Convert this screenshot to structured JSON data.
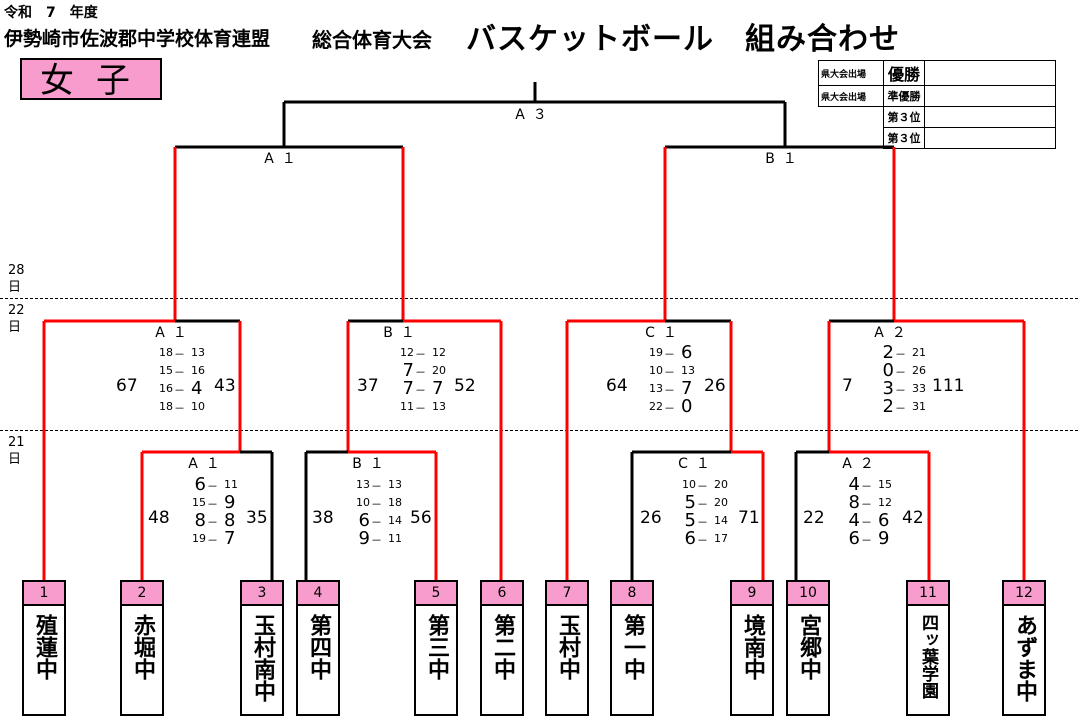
{
  "header": {
    "era": "令和　7　年度",
    "org": "伊勢崎市佐波郡中学校体育連盟",
    "event": "総合体育大会",
    "title": "バスケットボール　組み合わせ"
  },
  "gender_label": "女子",
  "results_table": [
    {
      "label": "県大会出場",
      "rank": "優勝"
    },
    {
      "label": "県大会出場",
      "rank": "準優勝"
    },
    {
      "label": "",
      "rank": "第３位"
    },
    {
      "label": "",
      "rank": "第３位"
    }
  ],
  "days": [
    "28日",
    "22日",
    "21日"
  ],
  "teams": [
    {
      "no": "1",
      "name": "殖蓮中"
    },
    {
      "no": "2",
      "name": "赤堀中"
    },
    {
      "no": "3",
      "name": "玉村南中"
    },
    {
      "no": "4",
      "name": "第四中"
    },
    {
      "no": "5",
      "name": "第三中"
    },
    {
      "no": "6",
      "name": "第二中"
    },
    {
      "no": "7",
      "name": "玉村中"
    },
    {
      "no": "8",
      "name": "第一中"
    },
    {
      "no": "9",
      "name": "境南中"
    },
    {
      "no": "10",
      "name": "宮郷中"
    },
    {
      "no": "11",
      "name": "四ッ葉学園"
    },
    {
      "no": "12",
      "name": "あずま中"
    }
  ],
  "round1": [
    {
      "label": "A１",
      "left": "48",
      "right": "35",
      "periods": [
        {
          "l": "6",
          "r": "11"
        },
        {
          "l": "15",
          "r": "9"
        },
        {
          "l": "8",
          "r": "8"
        },
        {
          "l": "19",
          "r": "7"
        }
      ]
    },
    {
      "label": "B１",
      "left": "38",
      "right": "56",
      "periods": [
        {
          "l": "13",
          "r": "13"
        },
        {
          "l": "10",
          "r": "18"
        },
        {
          "l": "6",
          "r": "14"
        },
        {
          "l": "9",
          "r": "11"
        }
      ]
    },
    {
      "label": "C１",
      "left": "26",
      "right": "71",
      "periods": [
        {
          "l": "10",
          "r": "20"
        },
        {
          "l": "5",
          "r": "20"
        },
        {
          "l": "5",
          "r": "14"
        },
        {
          "l": "6",
          "r": "17"
        }
      ]
    },
    {
      "label": "A２",
      "left": "22",
      "right": "42",
      "periods": [
        {
          "l": "4",
          "r": "15"
        },
        {
          "l": "8",
          "r": "12"
        },
        {
          "l": "4",
          "r": "6"
        },
        {
          "l": "6",
          "r": "9"
        }
      ]
    }
  ],
  "round2": [
    {
      "label": "A１",
      "left": "67",
      "right": "43",
      "periods": [
        {
          "l": "18",
          "r": "13"
        },
        {
          "l": "15",
          "r": "16"
        },
        {
          "l": "16",
          "r": "4"
        },
        {
          "l": "18",
          "r": "10"
        }
      ]
    },
    {
      "label": "B１",
      "left": "37",
      "right": "52",
      "periods": [
        {
          "l": "12",
          "r": "12"
        },
        {
          "l": "7",
          "r": "20"
        },
        {
          "l": "7",
          "r": "7"
        },
        {
          "l": "11",
          "r": "13"
        }
      ]
    },
    {
      "label": "C１",
      "left": "64",
      "right": "26",
      "periods": [
        {
          "l": "19",
          "r": "6"
        },
        {
          "l": "10",
          "r": "13"
        },
        {
          "l": "13",
          "r": "7"
        },
        {
          "l": "22",
          "r": "0"
        }
      ]
    },
    {
      "label": "A２",
      "left": "7",
      "right": "111",
      "periods": [
        {
          "l": "2",
          "r": "21"
        },
        {
          "l": "0",
          "r": "26"
        },
        {
          "l": "3",
          "r": "33"
        },
        {
          "l": "2",
          "r": "31"
        }
      ]
    }
  ],
  "semis": [
    {
      "label": "A１"
    },
    {
      "label": "B１"
    }
  ],
  "final": {
    "label": "A３"
  },
  "colors": {
    "win": "#ff0000",
    "lose": "#000000",
    "accent": "#f79ccd"
  },
  "dash": "－"
}
